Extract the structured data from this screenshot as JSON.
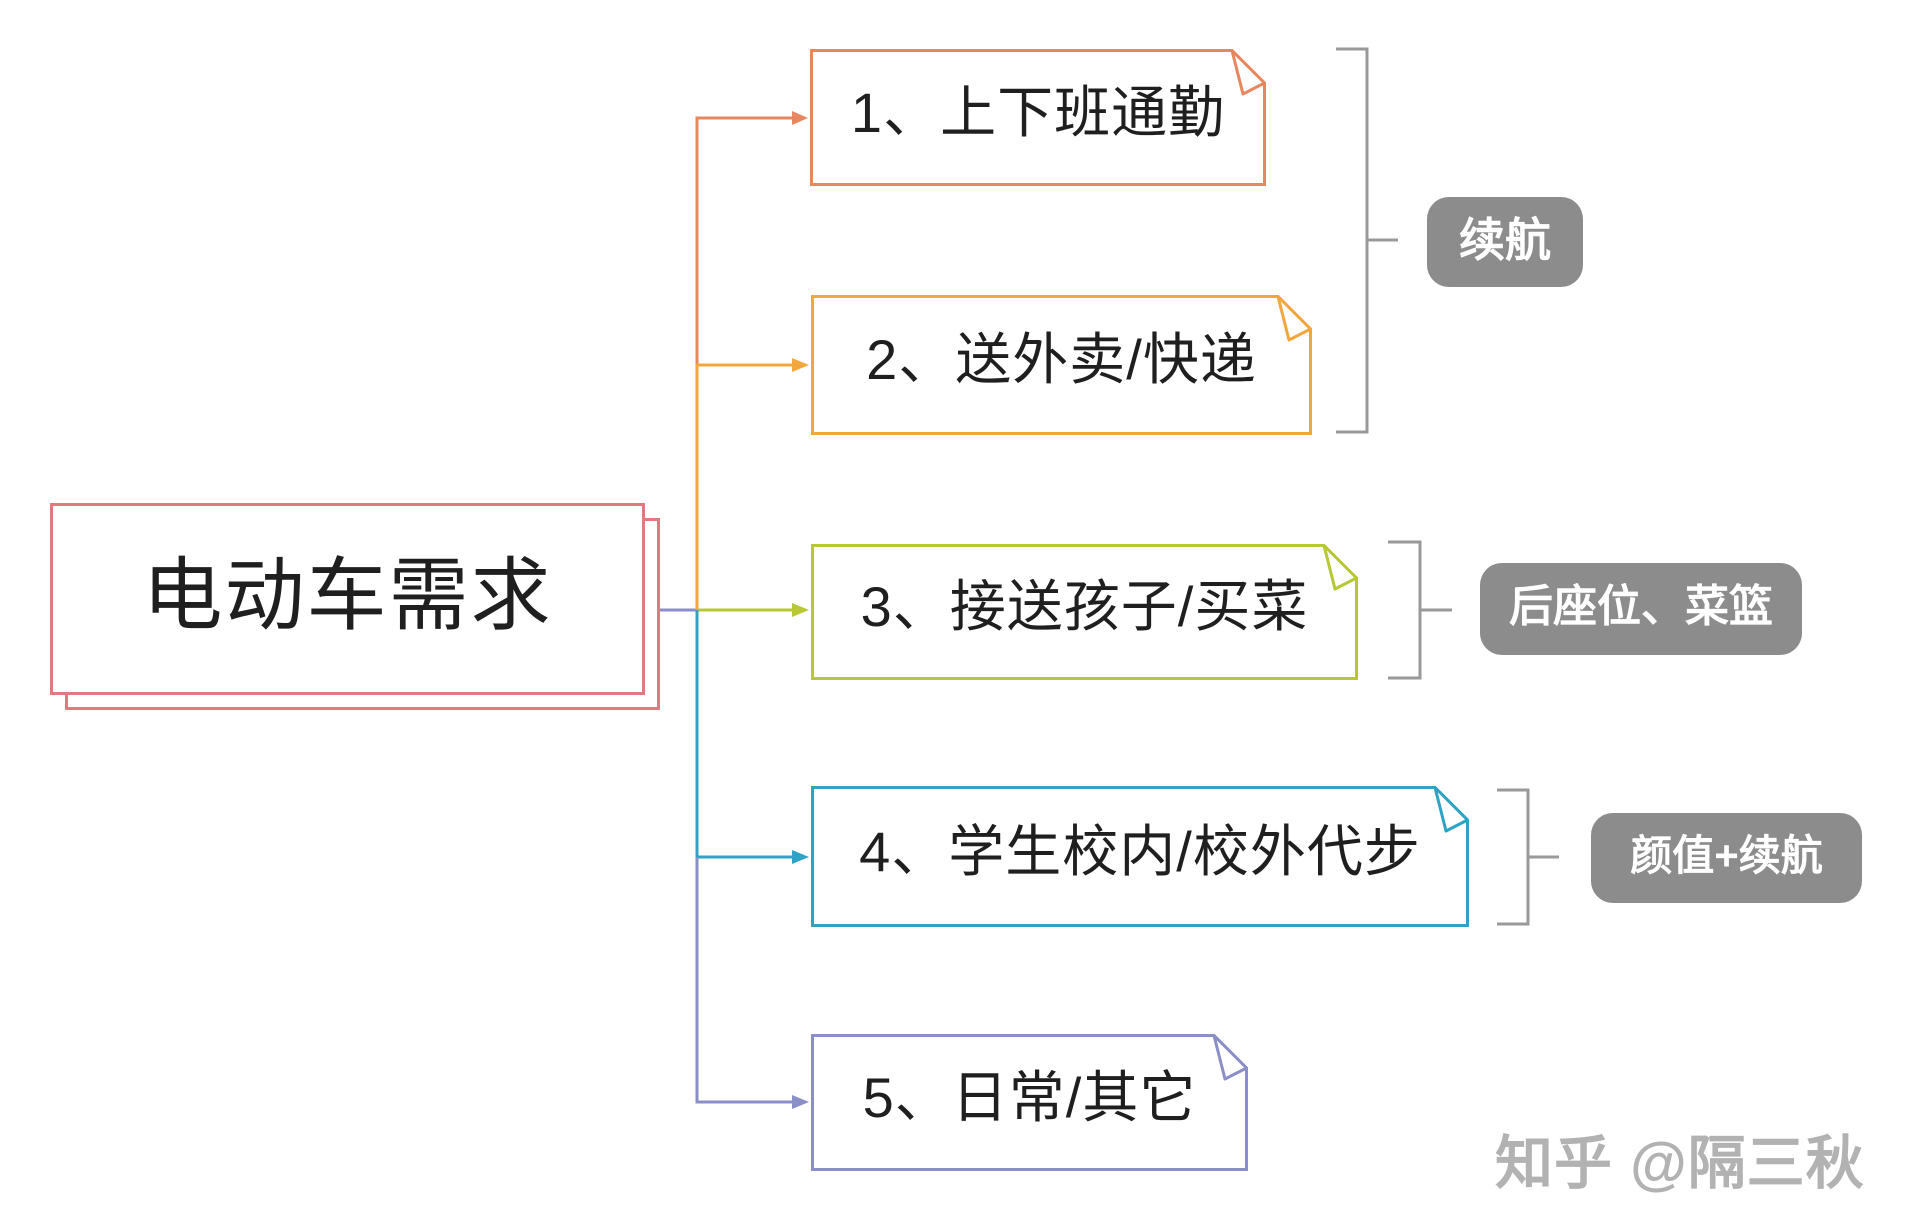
{
  "diagram": {
    "type": "mindmap",
    "title": "电动车需求"
  },
  "root": {
    "label": "电动车需求",
    "border_color": "#E07A80"
  },
  "branches": [
    {
      "id": 1,
      "label": "1、上下班通勤",
      "color": "#E8875F"
    },
    {
      "id": 2,
      "label": "2、送外卖/快递",
      "color": "#F2A73C"
    },
    {
      "id": 3,
      "label": "3、接送孩子/买菜",
      "color": "#B7C834"
    },
    {
      "id": 4,
      "label": "4、学生校内/校外代步",
      "color": "#2EA3C5"
    },
    {
      "id": 5,
      "label": "5、日常/其它",
      "color": "#8A8FC7"
    }
  ],
  "annotations": [
    {
      "label": "续航",
      "applies_to_branches": [
        1,
        2
      ]
    },
    {
      "label": "后座位、菜篮",
      "applies_to_branches": [
        3
      ]
    },
    {
      "label": "颜值+续航",
      "applies_to_branches": [
        4
      ]
    }
  ],
  "watermark": {
    "label": "知乎 @隔三秋"
  },
  "palette": {
    "root_border": "#E07A80",
    "root_connector": "#8A8FC7",
    "bracket": "#999999",
    "annotation_bg": "#8C8C8C",
    "annotation_text": "#FFFFFF",
    "node_text": "#1F1F1F",
    "watermark_text": "#B2B2B2",
    "background": "#FFFFFF"
  }
}
